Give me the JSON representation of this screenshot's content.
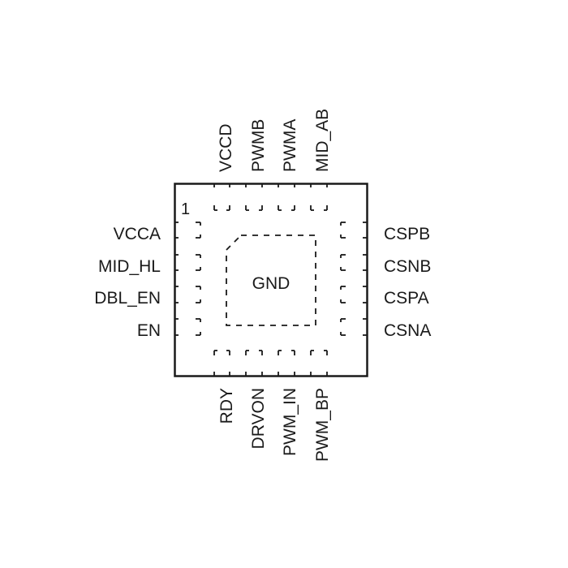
{
  "diagram": {
    "title": "QFN package pinout (top view)",
    "pin1_marker": "1",
    "center_pad_label": "GND",
    "pins": {
      "top": [
        "VCCD",
        "PWMB",
        "PWMA",
        "MID_AB"
      ],
      "left": [
        "VCCA",
        "MID_HL",
        "DBL_EN",
        "EN"
      ],
      "right": [
        "CSPB",
        "CSNB",
        "CSPA",
        "CSNA"
      ],
      "bottom": [
        "RDY",
        "DRVON",
        "PWM_IN",
        "PWM_BP"
      ]
    },
    "colors": {
      "outline": "#1a1a1a",
      "text": "#1a1a1a",
      "background": "#ffffff"
    }
  }
}
